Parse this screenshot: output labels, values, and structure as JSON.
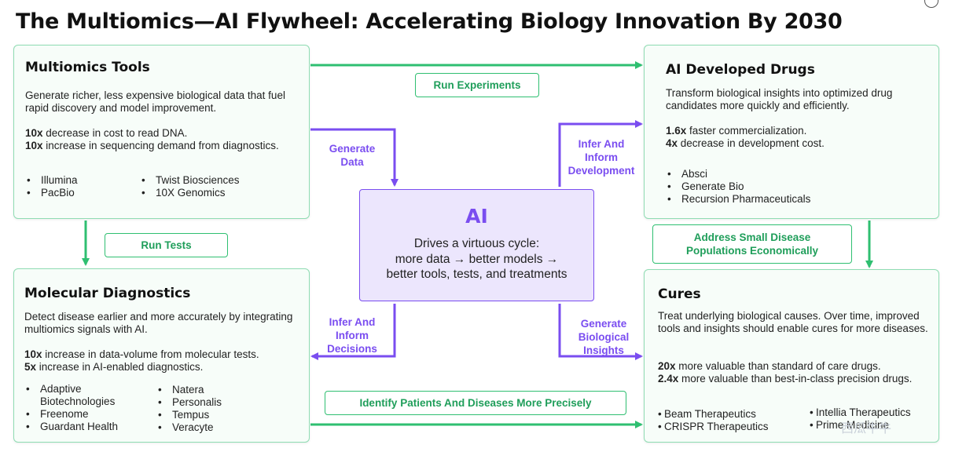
{
  "title": "The Multiomics—AI Flywheel: Accelerating Biology Innovation By 2030",
  "colors": {
    "green": "#2fbf71",
    "purple": "#7a4df0",
    "card_border": "#8fdcb3",
    "ai_fill": "#ece6fd"
  },
  "multiomics": {
    "heading": "Multiomics Tools",
    "desc": "Generate richer, less expensive biological data that fuel rapid discovery and model improvement.",
    "stats": [
      {
        "value": "10x",
        "text": " decrease in cost to read DNA."
      },
      {
        "value": "10x",
        "text": " increase in sequencing demand from diagnostics."
      }
    ],
    "companies_left": [
      "Illumina",
      "PacBio"
    ],
    "companies_right": [
      "Twist Biosciences",
      "10X Genomics"
    ]
  },
  "drugs": {
    "heading": "AI Developed Drugs",
    "desc": "Transform biological insights into optimized drug candidates more quickly and efficiently.",
    "stats": [
      {
        "value": "1.6x",
        "text": " faster commercialization."
      },
      {
        "value": "4x",
        "text": " decrease in development cost."
      }
    ],
    "companies": [
      "Absci",
      "Generate Bio",
      "Recursion Pharmaceuticals"
    ]
  },
  "diagnostics": {
    "heading": "Molecular Diagnostics",
    "desc": "Detect disease earlier and more accurately by integrating multiomics signals with AI.",
    "stats": [
      {
        "value": "10x",
        "text": " increase in data-volume from molecular tests."
      },
      {
        "value": "5x",
        "text": " increase in AI-enabled diagnostics."
      }
    ],
    "companies_left": [
      "Adaptive Biotechnologies",
      "Freenome",
      "Guardant Health"
    ],
    "companies_right": [
      "Natera",
      "Personalis",
      "Tempus",
      "Veracyte"
    ]
  },
  "cures": {
    "heading": "Cures",
    "desc": "Treat underlying biological causes. Over time, improved tools and insights should enable cures for more diseases.",
    "stats": [
      {
        "value": "20x",
        "text": " more valuable than standard of care drugs."
      },
      {
        "value": "2.4x",
        "text": " more valuable than best-in-class precision drugs."
      }
    ],
    "companies_left": [
      "Beam Therapeutics",
      "CRISPR Therapeutics"
    ],
    "companies_right": [
      "Intellia Therapeutics",
      "Prime Medicine"
    ]
  },
  "ai": {
    "title": "AI",
    "lines": [
      "Drives a virtuous cycle:",
      "more data → better models →",
      "better tools, tests, and treatments"
    ]
  },
  "green_labels": {
    "run_experiments": "Run Experiments",
    "run_tests": "Run Tests",
    "address_small": "Address Small Disease Populations Economically",
    "identify": "Identify Patients And Diseases More Precisely"
  },
  "purple_labels": {
    "generate_data": "Generate Data",
    "infer_development": "Infer And Inform Development",
    "infer_decisions": "Infer And Inform Decisions",
    "generate_insights": "Generate Biological Insights"
  },
  "watermark": "西瓜牛牛"
}
